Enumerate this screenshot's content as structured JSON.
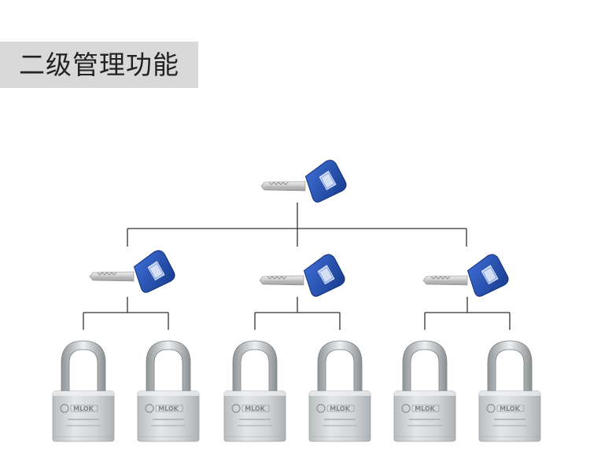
{
  "title": "二级管理功能",
  "colors": {
    "title_bg": "#d9d9d9",
    "title_text": "#222222",
    "connector": "#333333",
    "key_head": "#1f4fb8",
    "key_head_dark": "#163a8c",
    "key_blade": "#cfcfcf",
    "padlock_body": "#cfd2d4",
    "padlock_shackle": "#a8acaf"
  },
  "icons": {
    "master_key": "blue-key-icon",
    "group_key": "blue-key-icon",
    "padlock": "padlock-icon"
  },
  "padlock_logo": "MLOK",
  "hierarchy": {
    "levels": 3,
    "master_keys": 1,
    "group_keys": 3,
    "padlocks_per_group": 2
  }
}
